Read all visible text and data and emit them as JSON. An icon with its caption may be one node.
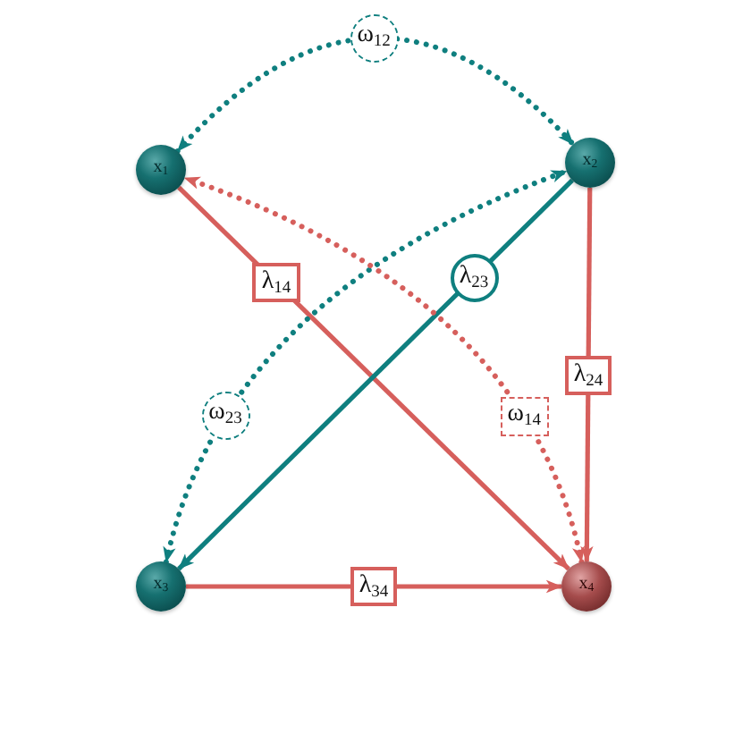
{
  "diagram": {
    "nodes": [
      {
        "text": [
          "x$_{1}$"
        ]
      },
      {
        "text": [
          "x$_{2}$"
        ]
      },
      {
        "text": [
          "x$_{3}$"
        ]
      },
      {
        "text": [
          "x$_{4}$"
        ]
      }
    ],
    "edges": [
      {
        "from": 0,
        "to": 1,
        "arrow": "both",
        "label": "ω$_{12}$",
        "style": "dashed",
        "color": "#0f7f7f"
      },
      {
        "from": 0,
        "to": 3,
        "arrow": "to",
        "label": "λ$_{14}$"
      },
      {
        "from": 1,
        "to": 2,
        "arrow": "to",
        "label": "λ$_{23}$",
        "color": "#0f7f7f"
      },
      {
        "from": 1,
        "to": 3,
        "arrow": "to",
        "label": "λ$_{24}$"
      },
      {
        "from": 2,
        "to": 1,
        "arrow": "both",
        "label": "ω$_{23}$",
        "style": "dashed",
        "color": "#0f7f7f"
      },
      {
        "from": 3,
        "to": 0,
        "arrow": "both",
        "label": "ω$_{14}$",
        "style": "dashed"
      },
      {
        "from": 2,
        "to": 3,
        "arrow": "to",
        "label": "λ$_{34}$"
      }
    ]
  }
}
